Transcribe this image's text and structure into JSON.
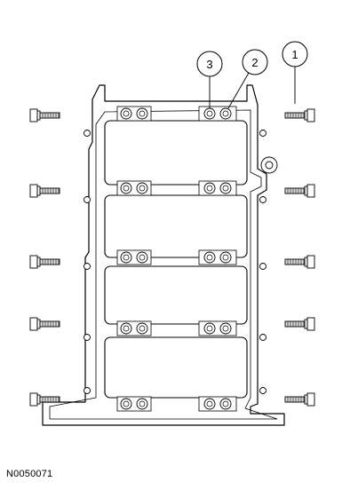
{
  "diagram": {
    "callouts": [
      {
        "label": "1"
      },
      {
        "label": "2"
      },
      {
        "label": "3"
      }
    ],
    "figure_id": "N0050071"
  },
  "colors": {
    "line": "#000000",
    "fill": "#ffffff",
    "bolt_fill": "#dddddd"
  }
}
